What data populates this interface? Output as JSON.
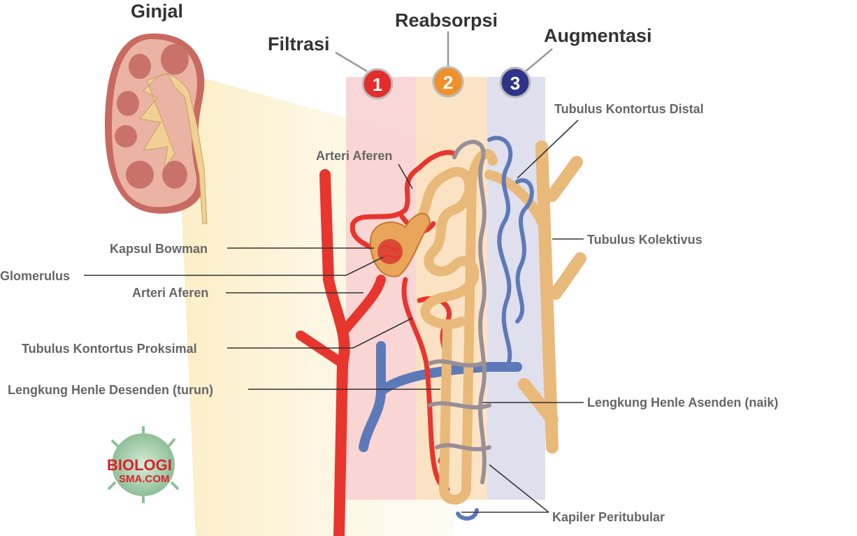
{
  "title": "Ginjal",
  "stages": [
    {
      "number": "1",
      "name": "Filtrasi",
      "color": "#e32c2c"
    },
    {
      "number": "2",
      "name": "Reabsorpsi",
      "color": "#f0902a"
    },
    {
      "number": "3",
      "name": "Augmentasi",
      "color": "#2f3489"
    }
  ],
  "labels": {
    "tubulus_distal": "Tubulus Kontortus Distal",
    "arteri_aferen_top": "Arteri Aferen",
    "kapsul_bowman": "Kapsul Bowman",
    "glomerulus": "Glomerulus",
    "arteri_aferen": "Arteri Aferen",
    "tubulus_proksimal": "Tubulus Kontortus Proksimal",
    "henle_desenden": "Lengkung Henle Desenden (turun)",
    "tubulus_kolektivus": "Tubulus Kolektivus",
    "henle_asenden": "Lengkung Henle Asenden (naik)",
    "kapiler": "Kapiler Peritubular"
  },
  "logo": {
    "line1": "BIOLOGI",
    "line2": "SMA.COM"
  }
}
